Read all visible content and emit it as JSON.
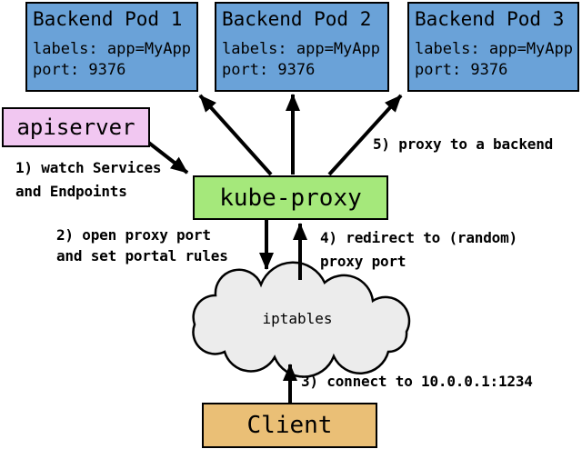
{
  "diagram": {
    "pods": [
      {
        "title": "Backend Pod 1",
        "labels": "labels: app=MyApp",
        "port": "port: 9376"
      },
      {
        "title": "Backend Pod 2",
        "labels": "labels: app=MyApp",
        "port": "port: 9376"
      },
      {
        "title": "Backend Pod 3",
        "labels": "labels: app=MyApp",
        "port": "port: 9376"
      }
    ],
    "apiserver": {
      "label": "apiserver"
    },
    "kube_proxy": {
      "label": "kube-proxy"
    },
    "iptables": {
      "label": "iptables"
    },
    "client": {
      "label": "Client"
    },
    "annotations": {
      "step1": "1) watch Services\nand Endpoints",
      "step2": "2) open proxy port\nand set portal rules",
      "step3": "3) connect to 10.0.0.1:1234",
      "step4": "4) redirect to (random)\nproxy port",
      "step5": "5) proxy to a backend"
    },
    "colors": {
      "pod_fill": "#6aa2d8",
      "apiserver_fill": "#f1c7f1",
      "kube_proxy_fill": "#a5e87b",
      "client_fill": "#eabf76",
      "cloud_fill": "#ececec",
      "line": "#000000",
      "background": "#ffffff"
    }
  }
}
